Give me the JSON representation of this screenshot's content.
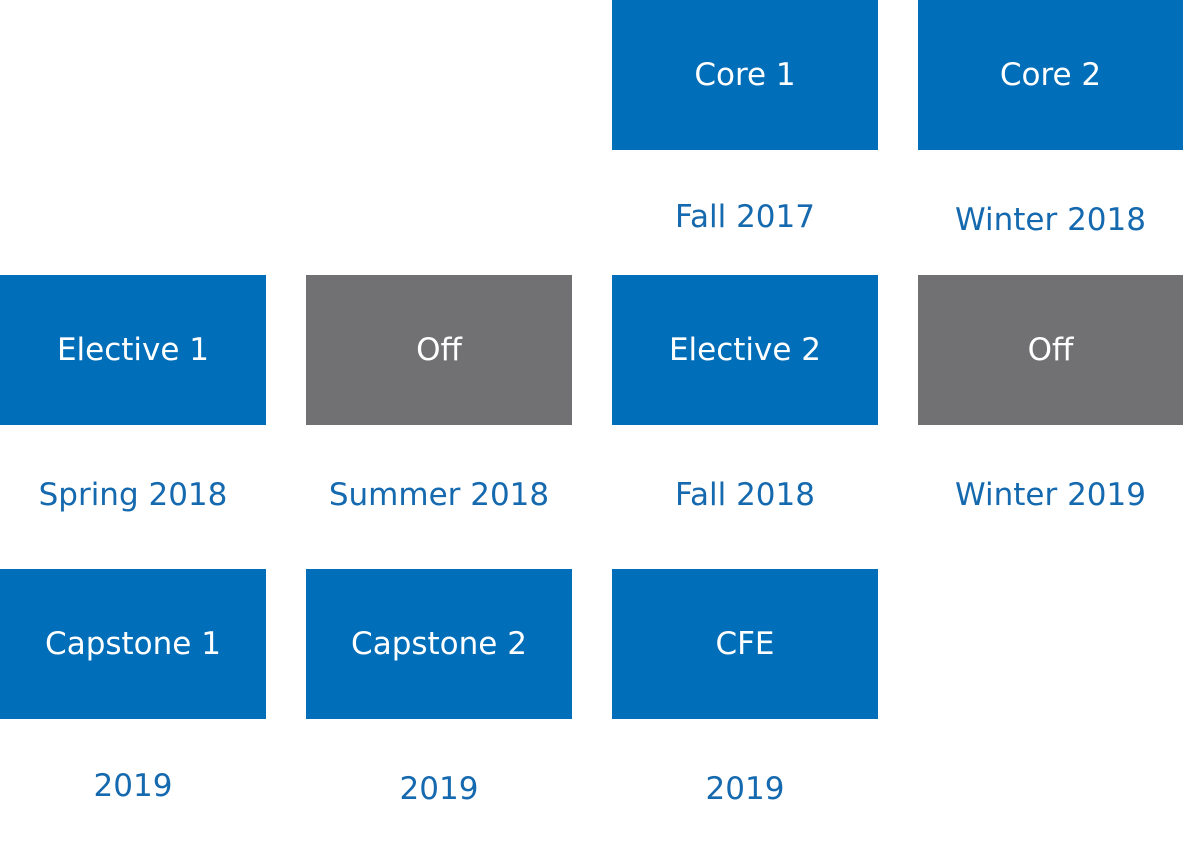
{
  "rows": [
    [
      null,
      null,
      {
        "label": "Core 1",
        "term": "Fall 2017",
        "kind": "course"
      },
      {
        "label": "Core 2",
        "term": "Winter 2018",
        "kind": "course"
      }
    ],
    [
      {
        "label": "Elective 1",
        "term": "Spring 2018",
        "kind": "course"
      },
      {
        "label": "Off",
        "term": "Summer 2018",
        "kind": "off"
      },
      {
        "label": "Elective 2",
        "term": "Fall 2018",
        "kind": "course"
      },
      {
        "label": "Off",
        "term": "Winter 2019",
        "kind": "off"
      }
    ],
    [
      {
        "label": "Capstone 1",
        "term": "2019",
        "kind": "course"
      },
      {
        "label": "Capstone 2",
        "term": "2019",
        "kind": "course"
      },
      {
        "label": "CFE",
        "term": "2019",
        "kind": "course"
      },
      null
    ]
  ],
  "colors": {
    "course_box": "#006EB8",
    "off_box": "#717173",
    "term_text": "#1569AE",
    "box_text": "#FFFFFF"
  }
}
